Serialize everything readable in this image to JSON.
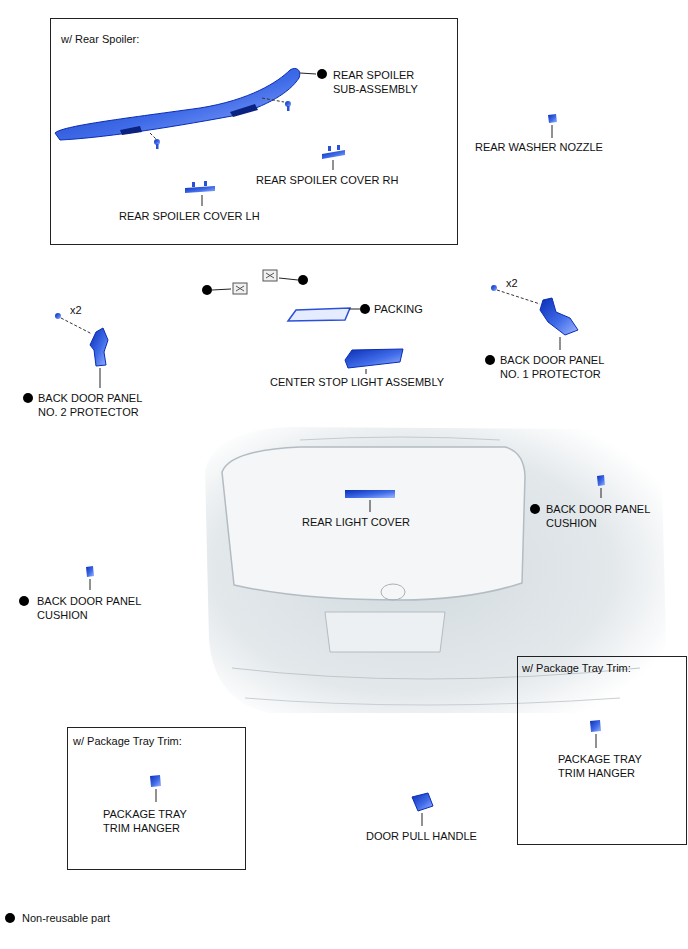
{
  "diagram": {
    "nodes": [
      {
        "text": [
          "w/ Rear Spoiler:",
          "REAR SPOILER SUB-ASSEMBLY",
          "REAR SPOILER COVER RH",
          "REAR SPOILER COVER LH"
        ]
      },
      {
        "text": [
          "w/ Package Tray Trim:",
          "PACKAGE TRAY TRIM HANGER"
        ]
      },
      {
        "text": [
          "w/ Package Tray Trim:",
          "PACKAGE TRAY TRIM HANGER"
        ]
      }
    ],
    "labels": [
      "REAR WASHER NOZZLE",
      "x2",
      "PACKING",
      "x2",
      "BACK DOOR PANEL NO. 1 PROTECTOR",
      "CENTER STOP LIGHT ASSEMBLY",
      "BACK DOOR PANEL NO. 2 PROTECTOR",
      "BACK DOOR PANEL CUSHION",
      "REAR LIGHT COVER",
      "BACK DOOR PANEL CUSHION",
      "DOOR PULL HANDLE"
    ],
    "legend": [
      {
        "text": "Non-reusable part"
      }
    ]
  }
}
